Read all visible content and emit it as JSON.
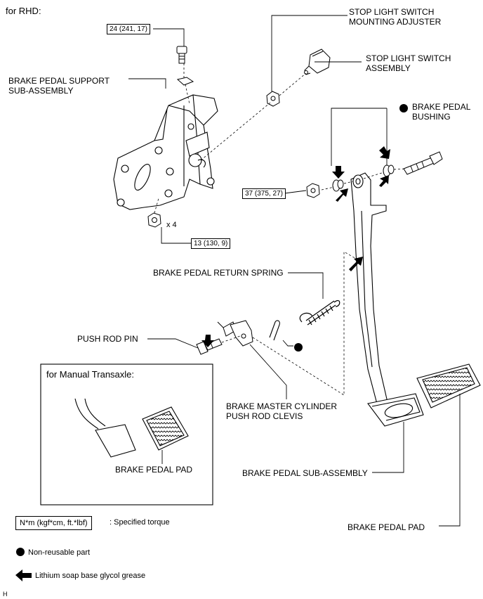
{
  "header": {
    "title": "for RHD:"
  },
  "torques": {
    "support_bolt": "24 (241, 17)",
    "pivot_nut": "37 (375, 27)",
    "support_nut": "13 (130, 9)",
    "support_nut_qty": "x 4"
  },
  "parts": {
    "stop_light_adjuster_l1": "STOP LIGHT SWITCH",
    "stop_light_adjuster_l2": "MOUNTING ADJUSTER",
    "stop_light_switch_l1": "STOP LIGHT SWITCH",
    "stop_light_switch_l2": "ASSEMBLY",
    "support_l1": "BRAKE PEDAL SUPPORT",
    "support_l2": "SUB-ASSEMBLY",
    "bushing_l1": "BRAKE PEDAL",
    "bushing_l2": "BUSHING",
    "return_spring": "BRAKE PEDAL RETURN SPRING",
    "push_rod_pin": "PUSH ROD PIN",
    "clevis_l1": "BRAKE MASTER CYLINDER",
    "clevis_l2": "PUSH ROD CLEVIS",
    "pedal_sub": "BRAKE PEDAL SUB-ASSEMBLY",
    "pedal_pad": "BRAKE PEDAL PAD"
  },
  "inset": {
    "title": "for Manual Transaxle:",
    "pad_label": "BRAKE PEDAL PAD"
  },
  "legend": {
    "torque_box": "N*m (kgf*cm, ft.*lbf)",
    "torque_desc": ": Specified torque",
    "nonreusable": "Non-reusable part",
    "grease": "Lithium soap base glycol grease"
  },
  "footer_code": "H"
}
